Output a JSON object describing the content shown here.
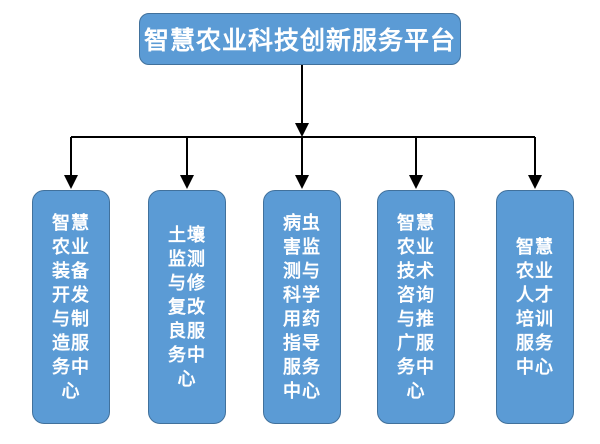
{
  "colors": {
    "background": "#ffffff",
    "node_fill": "#5b9bd5",
    "node_border": "#41719c",
    "node_text": "#ffffff",
    "connector": "#000000"
  },
  "diagram": {
    "type": "org-chart",
    "root": {
      "label": "智慧农业科技创新服务平台"
    },
    "children": [
      {
        "label": "智慧农业装备开发与制造服务中心",
        "lines": [
          "智慧",
          "农业",
          "装备",
          "开发",
          "与制",
          "造服",
          "务中",
          "心"
        ]
      },
      {
        "label": "土壤监测与修复改良服务中心",
        "lines": [
          "土壤",
          "监测",
          "与修",
          "复改",
          "良服",
          "务中",
          "心"
        ]
      },
      {
        "label": "病虫害监测与科学用药指导服务中心",
        "lines": [
          "病虫",
          "害监",
          "测与",
          "科学",
          "用药",
          "指导",
          "服务",
          "中心"
        ]
      },
      {
        "label": "智慧农业技术咨询与推广服务中心",
        "lines": [
          "智慧",
          "农业",
          "技术",
          "咨询",
          "与推",
          "广服",
          "务中",
          "心"
        ]
      },
      {
        "label": "智慧农业人才培训服务中心",
        "lines": [
          "智慧",
          "农业",
          "人才",
          "培训",
          "服务",
          "中心"
        ]
      }
    ]
  }
}
